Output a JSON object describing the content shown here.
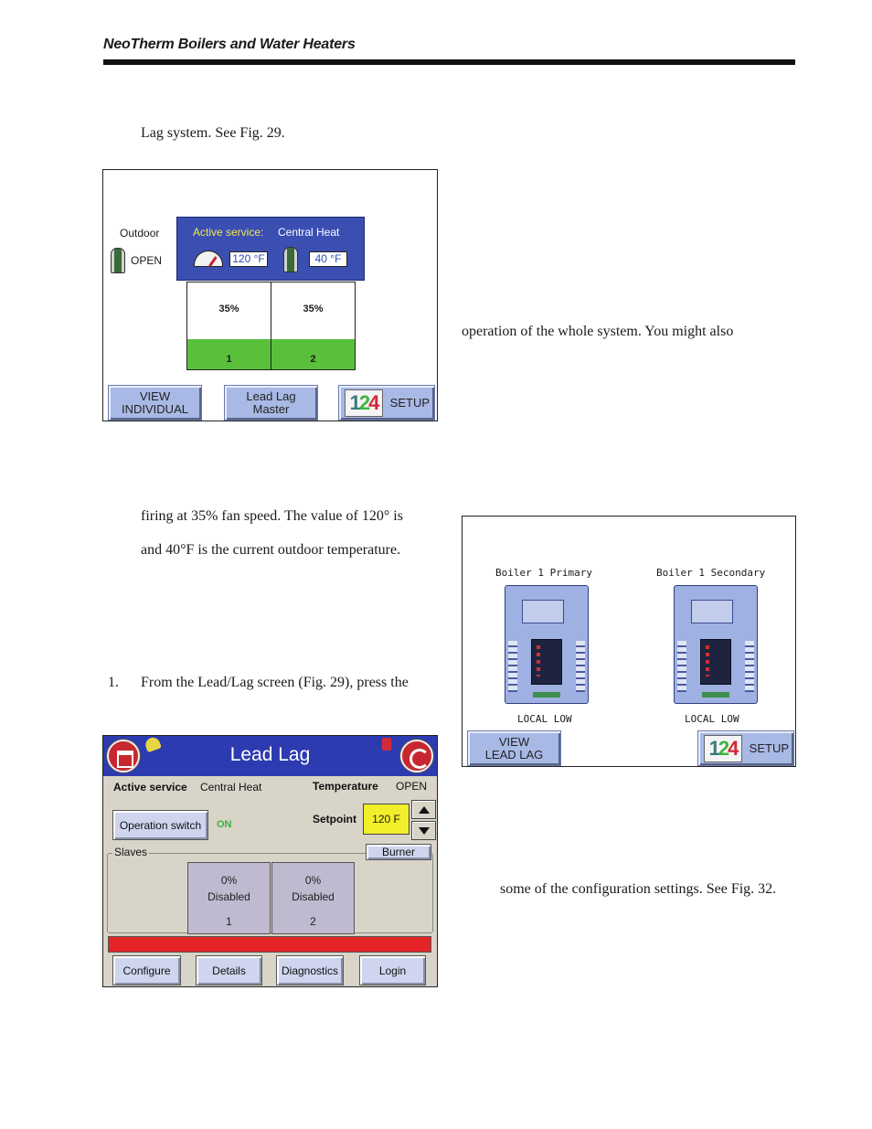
{
  "header": {
    "title": "NeoTherm Boilers and Water Heaters"
  },
  "text": {
    "p1": "Lag system.  See Fig. 29.",
    "p2": "operation of the whole system.  You might also",
    "p3": "firing at 35% fan speed.  The value of 120° is",
    "p4": "and 40°F is the current outdoor temperature.",
    "p5_num": "1.",
    "p5": "From the Lead/Lag screen (Fig. 29), press the",
    "p6": "some of the configuration settings.  See Fig. 32."
  },
  "fig29": {
    "outdoor_label": "Outdoor",
    "outdoor_status": "OPEN",
    "active_service_label": "Active service:",
    "active_service_value": "Central Heat",
    "supply_temp": "120 °F",
    "outdoor_temp": "40 °F",
    "slaves": [
      {
        "pct": "35%",
        "number": "1",
        "fill": 0.35
      },
      {
        "pct": "35%",
        "number": "2",
        "fill": 0.35
      }
    ],
    "buttons": {
      "view_line1": "VIEW",
      "view_line2": "INDIVIDUAL",
      "lead_line1": "Lead Lag",
      "lead_line2": "Master",
      "setup": "SETUP"
    },
    "setup_icon_digits": [
      "1",
      "2",
      "4"
    ]
  },
  "fig31": {
    "boiler1_title": "Boiler 1 Primary",
    "boiler2_title": "Boiler 1 Secondary",
    "boiler1_status": "LOCAL LOW",
    "boiler2_status": "LOCAL LOW",
    "buttons": {
      "view_line1": "VIEW",
      "view_line2": "LEAD LAG",
      "setup": "SETUP"
    }
  },
  "fig30": {
    "title": "Lead Lag",
    "active_service_label": "Active service",
    "active_service_value": "Central Heat",
    "temperature_label": "Temperature",
    "temperature_value": "OPEN",
    "operation_switch": "Operation switch",
    "operation_state": "ON",
    "setpoint_label": "Setpoint",
    "setpoint_value": "120 F",
    "slaves_label": "Slaves",
    "burner_button": "Burner",
    "slaves": [
      {
        "pct": "0%",
        "status": "Disabled",
        "number": "1"
      },
      {
        "pct": "0%",
        "status": "Disabled",
        "number": "2"
      }
    ],
    "bottom_buttons": [
      "Configure",
      "Details",
      "Diagnostics",
      "Login"
    ],
    "colors": {
      "header_blue": "#2d3bb0",
      "setpoint_yellow": "#f1ee2a",
      "status_red": "#e42426",
      "on_green": "#3cb23c"
    }
  }
}
